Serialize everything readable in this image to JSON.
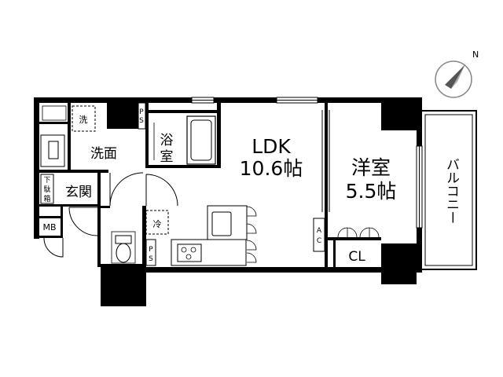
{
  "compass": {
    "north_label": "N"
  },
  "rooms": {
    "ldk_name": "LDK",
    "ldk_size": "10.6帖",
    "western_name": "洋室",
    "western_size": "5.5帖",
    "washroom": "洗面",
    "bath_line1": "浴",
    "bath_line2": "室",
    "entrance": "玄関",
    "balcony": "バルコニー",
    "closet": "CL"
  },
  "fixtures": {
    "washer": "洗",
    "fridge": "冷",
    "meter_box": "MB",
    "shoe_box_line1": "下",
    "shoe_box_line2": "駄",
    "shoe_box_line3": "箱",
    "ps_line1": "P",
    "ps_line2": "S",
    "ac_line1": "A",
    "ac_line2": "C"
  }
}
